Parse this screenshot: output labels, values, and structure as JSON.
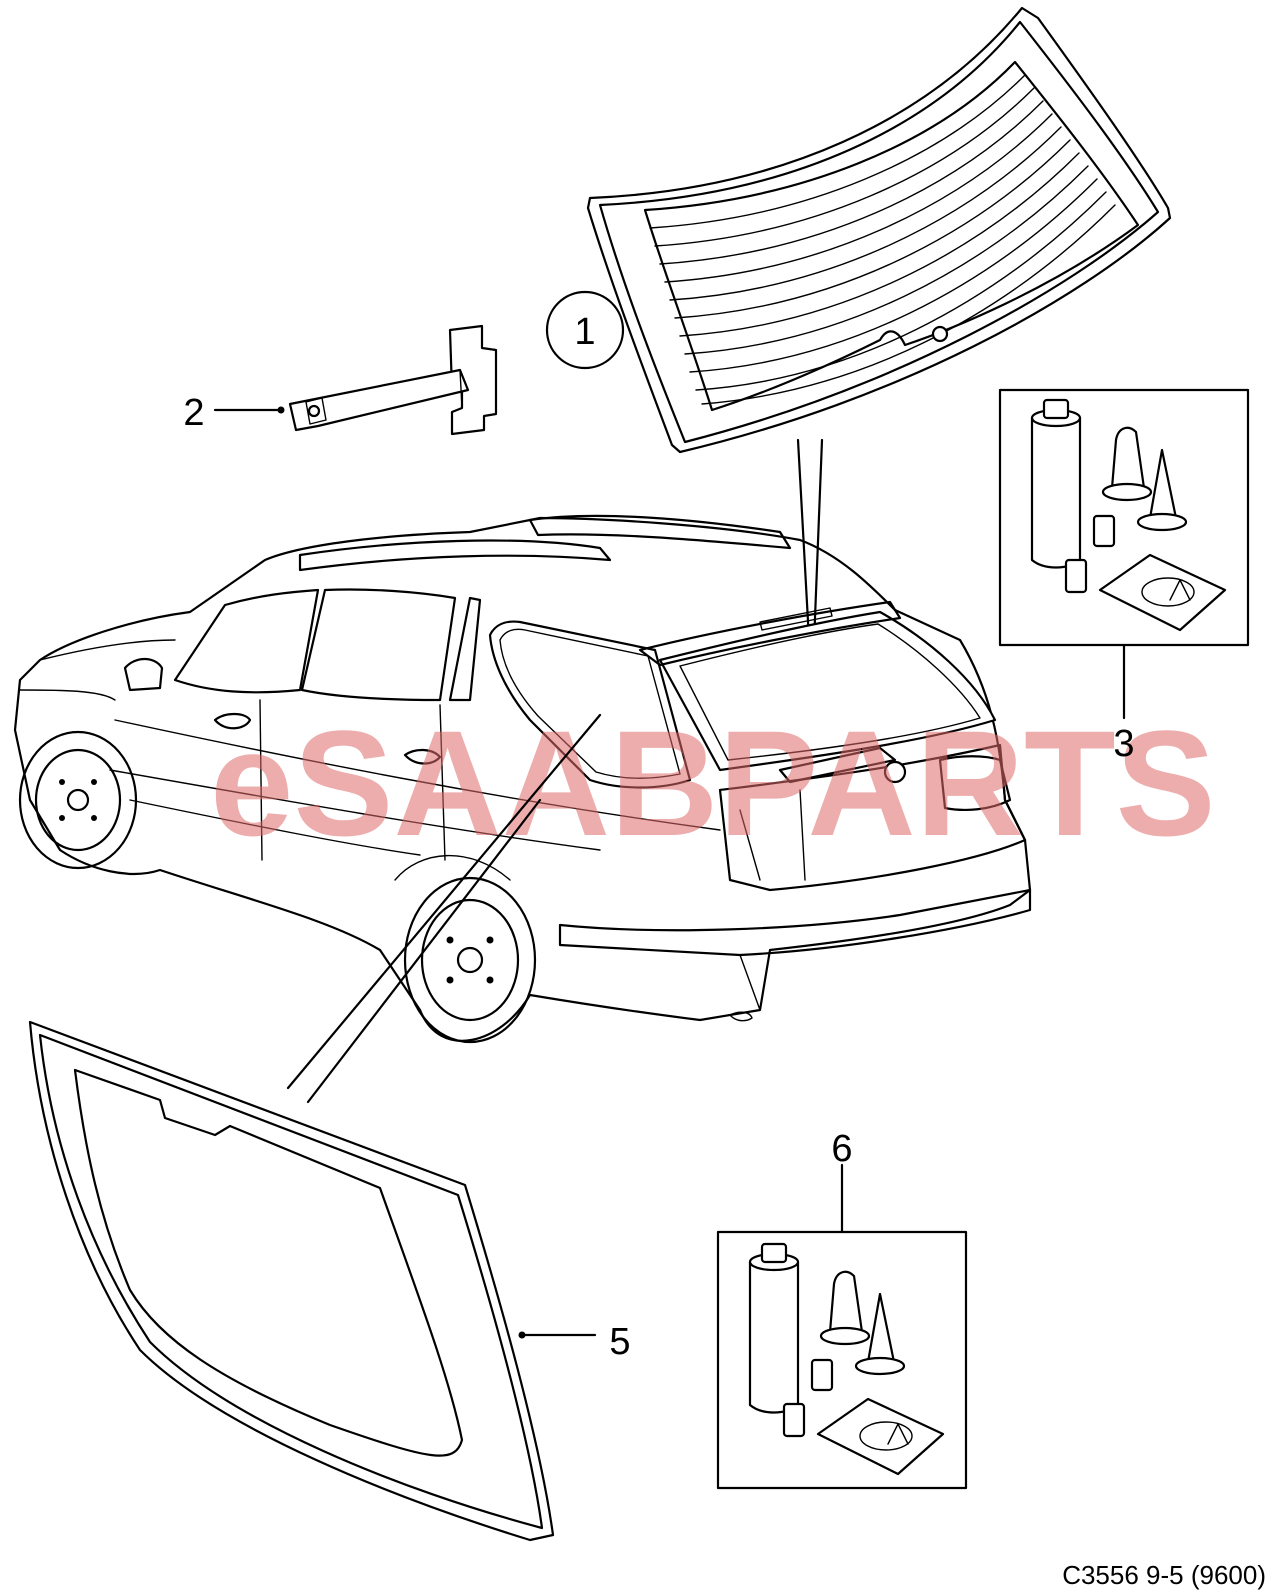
{
  "watermark": "eSAABPARTS",
  "callouts": {
    "c1": "1",
    "c2": "2",
    "c3": "3",
    "c5": "5",
    "c6": "6"
  },
  "diagram_code": "C3556 9-5 (9600)"
}
